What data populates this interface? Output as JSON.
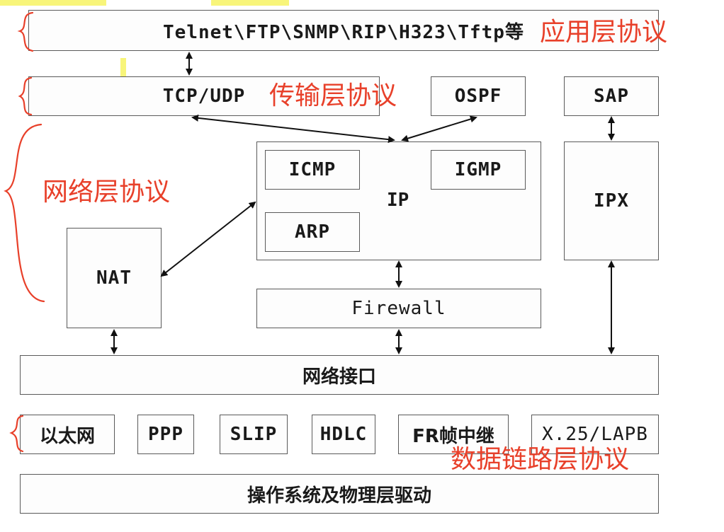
{
  "boxes": {
    "application": "Telnet\\FTP\\SNMP\\RIP\\H323\\Tftp等",
    "tcp_udp": "TCP/UDP",
    "ospf": "OSPF",
    "sap": "SAP",
    "icmp": "ICMP",
    "igmp": "IGMP",
    "ip": "IP",
    "arp": "ARP",
    "ipx": "IPX",
    "nat": "NAT",
    "firewall": "Firewall",
    "network_interface": "网络接口",
    "ethernet": "以太网",
    "ppp": "PPP",
    "slip": "SLIP",
    "hdlc": "HDLC",
    "frame_relay": "FR帧中继",
    "x25": "X.25/LAPB",
    "os_driver": "操作系统及物理层驱动"
  },
  "annotations": {
    "application_layer": "应用层协议",
    "transport_layer": "传输层协议",
    "network_layer": "网络层协议",
    "data_link_layer": "数据链路层协议"
  },
  "colors": {
    "annotation": "#e8402a",
    "border": "#5a5a5a",
    "highlight": "#f8f57a"
  }
}
